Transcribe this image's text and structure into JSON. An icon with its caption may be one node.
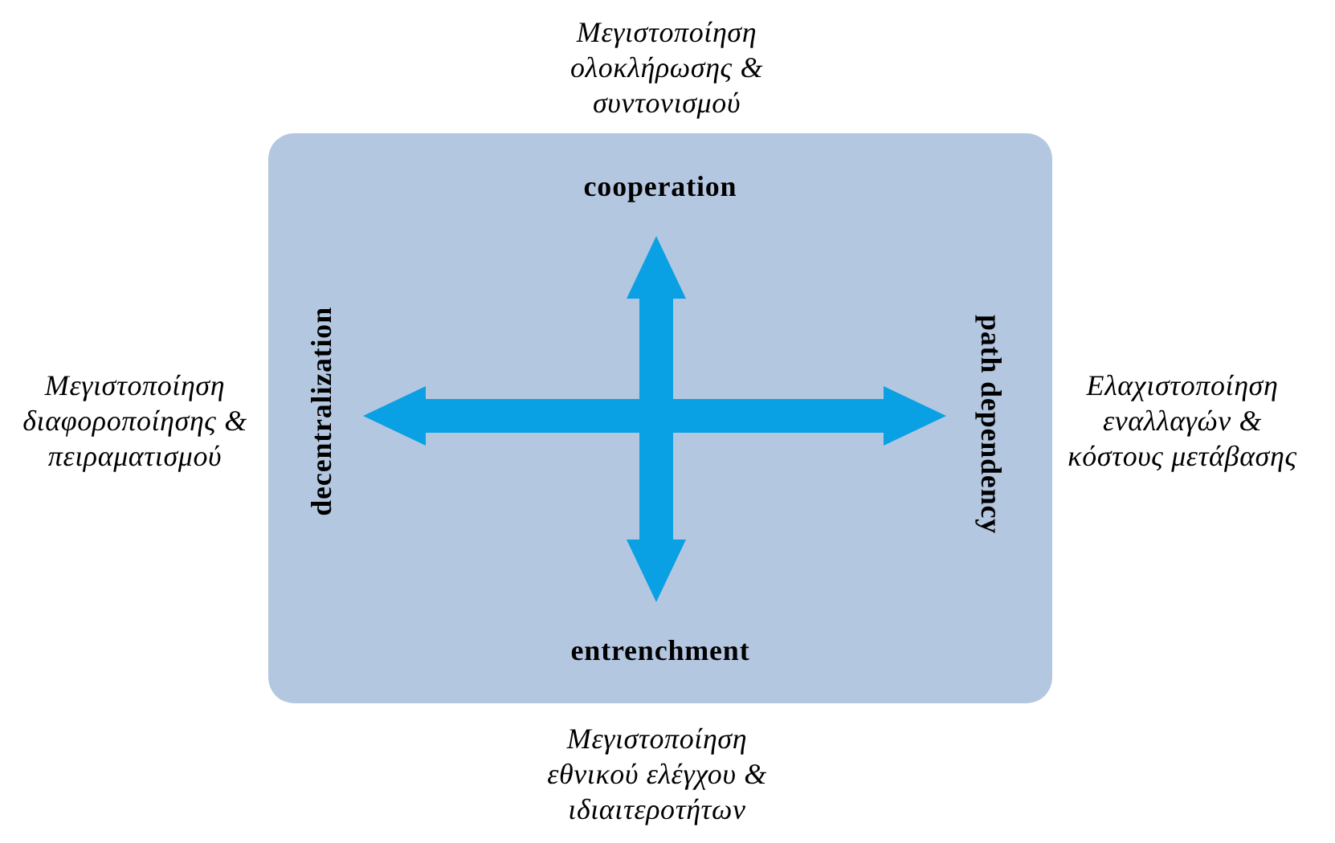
{
  "diagram": {
    "nodes": [
      {
        "text": [],
        "shape": "box"
      },
      {
        "text": [
          "cooperation"
        ],
        "in": 0
      },
      {
        "text": [
          "decentralization"
        ],
        "in": 0
      },
      {
        "text": [
          "path dependency"
        ],
        "in": 0
      },
      {
        "text": [
          "entrenchment"
        ],
        "in": 0
      }
    ],
    "edges": [
      {
        "from": 1,
        "to": 4,
        "arrow": "both"
      },
      {
        "from": 2,
        "to": 3,
        "arrow": "both"
      }
    ],
    "labels": [
      "Μεγιστοποίηση ολοκλήρωσης & συντονισμού",
      "Μεγιστοποίηση διαφοροποίησης & πειραματισμού",
      "Ελαχιστοποίηση εναλλαγών & κόστους μετάβασης",
      "Μεγιστοποίηση εθνικού ελέγχου & ιδιαιτεροτήτων"
    ]
  }
}
